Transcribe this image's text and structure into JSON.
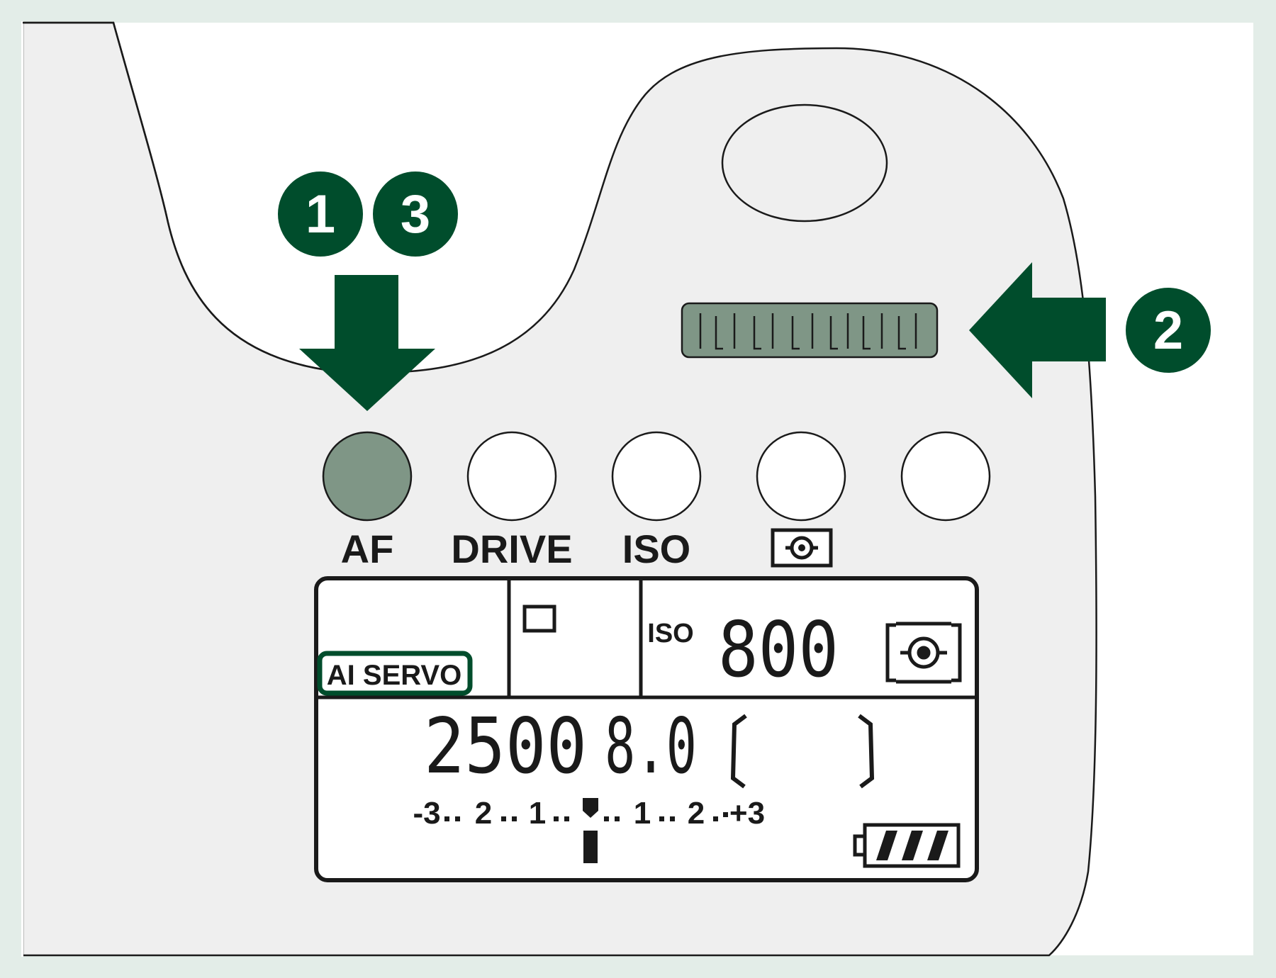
{
  "colors": {
    "background": "#e3ede8",
    "panel": "#ffffff",
    "body": "#efefef",
    "accent": "#004d2c",
    "button_active": "#7f9686",
    "ink": "#1a1a1a"
  },
  "callouts": [
    "1",
    "3",
    "2"
  ],
  "buttons": [
    {
      "label": "AF",
      "active": true
    },
    {
      "label": "DRIVE",
      "active": false
    },
    {
      "label": "ISO",
      "active": false
    },
    {
      "label": "",
      "icon": "metering-icon",
      "active": false
    },
    {
      "label": "",
      "active": false
    }
  ],
  "lcd": {
    "af_mode": "AI SERVO",
    "iso_label": "ISO",
    "iso_value": "800",
    "shutter": "2500",
    "aperture": "8.0",
    "exposure_scale": {
      "left": "-3",
      "ticks": [
        "2",
        "1",
        "1",
        "2"
      ],
      "right": "+3"
    },
    "battery_bars": 3
  }
}
